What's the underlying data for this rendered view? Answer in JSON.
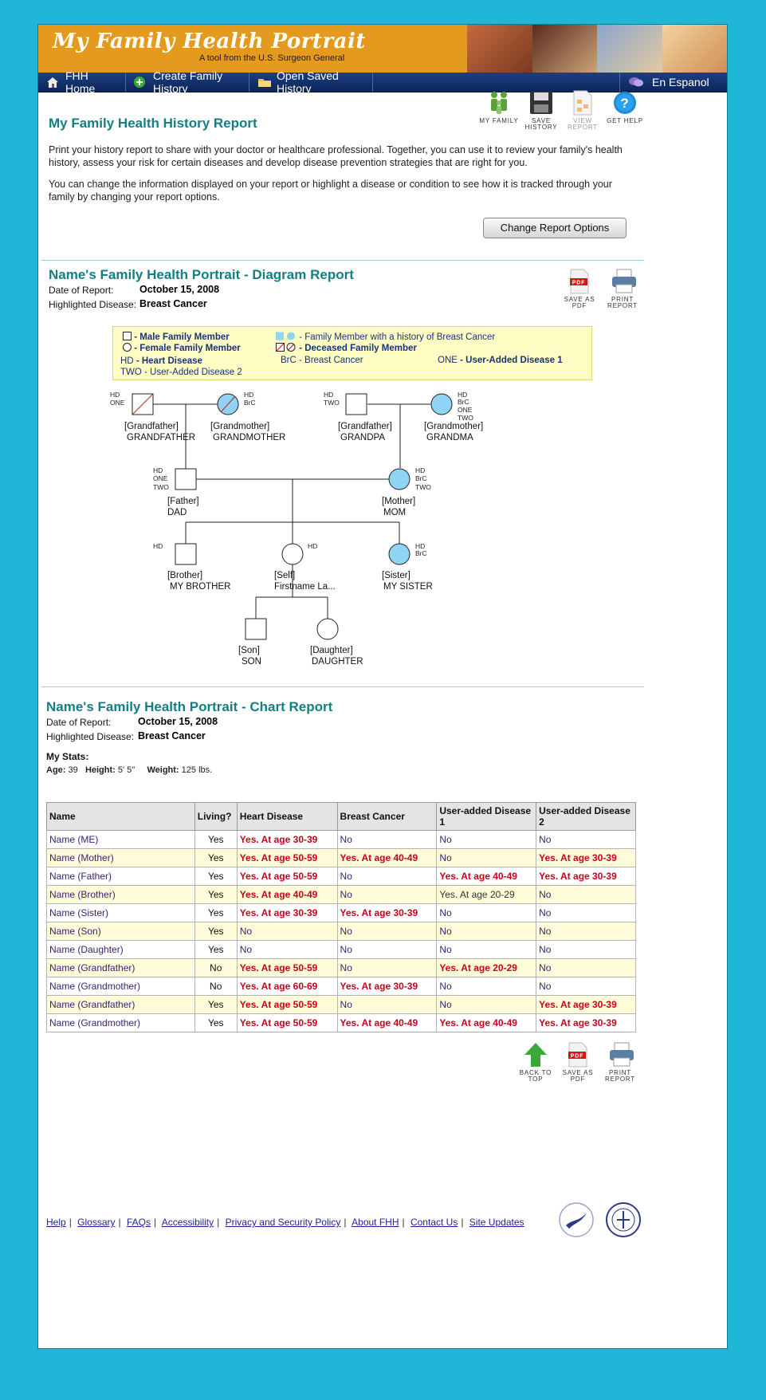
{
  "header": {
    "title": "My Family Health Portrait",
    "tagline": "A tool from the U.S. Surgeon General",
    "photo_colors": [
      "#b15b3c",
      "#6b3a2a",
      "#8ca6cc",
      "#f0c28a"
    ]
  },
  "nav": {
    "items": [
      {
        "label": "FHH Home",
        "icon": "home-icon"
      },
      {
        "label": "Create Family History",
        "icon": "plus-icon"
      },
      {
        "label": "Open Saved History",
        "icon": "folder-icon"
      }
    ],
    "language": "En Espanol"
  },
  "toolbar": {
    "my_family": "MY FAMILY",
    "save_history": "SAVE HISTORY",
    "view_report": "VIEW REPORT",
    "get_help": "GET HELP"
  },
  "intro": {
    "title": "My Family Health History Report",
    "para1": "Print your history report to share with your doctor or healthcare professional. Together, you can use it to review your family's health history, assess your risk for certain diseases and develop disease prevention strategies that are right for you.",
    "para2": "You can change the information displayed on your report or highlight a disease or condition to see how it is tracked through your family by changing your report options.",
    "change_button": "Change Report Options"
  },
  "diagram": {
    "title": "Name's Family Health Portrait - Diagram Report",
    "date_label": "Date of Report:",
    "date": "October 15, 2008",
    "disease_label": "Highlighted Disease:",
    "disease": "Breast Cancer",
    "save_pdf": "SAVE AS PDF",
    "print": "PRINT REPORT",
    "legend": {
      "male": "- Male Family Member",
      "female": "- Female Family Member",
      "history": "- Family Member with a history of Breast Cancer",
      "deceased": "- Deceased Family Member",
      "hd_abbr": "HD",
      "hd": "- Heart Disease",
      "brc_abbr": "BrC",
      "brc": "- Breast Cancer",
      "one_abbr": "ONE",
      "one": "- User-Added Disease 1",
      "two_abbr": "TWO",
      "two": "- User-Added Disease 2"
    },
    "people": {
      "gf1": {
        "relation": "[Grandfather]",
        "name": "GRANDFATHER"
      },
      "gm1": {
        "relation": "[Grandmother]",
        "name": "GRANDMOTHER"
      },
      "gf2": {
        "relation": "[Grandfather]",
        "name": "GRANDPA"
      },
      "gm2": {
        "relation": "[Grandmother]",
        "name": "GRANDMA"
      },
      "father": {
        "relation": "[Father]",
        "name": "DAD"
      },
      "mother": {
        "relation": "[Mother]",
        "name": "MOM"
      },
      "brother": {
        "relation": "[Brother]",
        "name": "MY BROTHER"
      },
      "self": {
        "relation": "[Self]",
        "name": "Firstname La..."
      },
      "sister": {
        "relation": "[Sister]",
        "name": "MY SISTER"
      },
      "son": {
        "relation": "[Son]",
        "name": "SON"
      },
      "daughter": {
        "relation": "[Daughter]",
        "name": "DAUGHTER"
      }
    },
    "highlight_color": "#8fd3f5"
  },
  "chart_report": {
    "title": "Name's Family Health Portrait - Chart Report",
    "date_label": "Date of Report:",
    "date": "October 15, 2008",
    "disease_label": "Highlighted Disease:",
    "disease": "Breast Cancer",
    "stats_title": "My Stats:",
    "age_label": "Age:",
    "age": "39",
    "height_label": "Height:",
    "height": "5' 5\"",
    "weight_label": "Weight:",
    "weight": "125 lbs.",
    "columns": [
      "Name",
      "Living?",
      "Heart Disease",
      "Breast Cancer",
      "User-added Disease 1",
      "User-added Disease 2"
    ],
    "rows": [
      [
        "Name (ME)",
        "Yes",
        "Yes. At age 30-39",
        "No",
        "No",
        "No"
      ],
      [
        "Name (Mother)",
        "Yes",
        "Yes. At age 50-59",
        "Yes. At age 40-49",
        "No",
        "Yes. At age 30-39"
      ],
      [
        "Name (Father)",
        "Yes",
        "Yes. At age 50-59",
        "No",
        "Yes. At age 40-49",
        "Yes. At age 30-39"
      ],
      [
        "Name (Brother)",
        "Yes",
        "Yes. At age 40-49",
        "No",
        "Yes. At age 20-29",
        "No"
      ],
      [
        "Name (Sister)",
        "Yes",
        "Yes. At age 30-39",
        "Yes. At age 30-39",
        "No",
        "No"
      ],
      [
        "Name (Son)",
        "Yes",
        "No",
        "No",
        "No",
        "No"
      ],
      [
        "Name (Daughter)",
        "Yes",
        "No",
        "No",
        "No",
        "No"
      ],
      [
        "Name (Grandfather)",
        "No",
        "Yes. At age 50-59",
        "No",
        "Yes. At age 20-29",
        "No"
      ],
      [
        "Name (Grandmother)",
        "No",
        "Yes. At age 60-69",
        "Yes. At age 30-39",
        "No",
        "No"
      ],
      [
        "Name (Grandfather)",
        "Yes",
        "Yes. At age 50-59",
        "No",
        "No",
        "Yes. At age 30-39"
      ],
      [
        "Name (Grandmother)",
        "Yes",
        "Yes. At age 50-59",
        "Yes. At age 40-49",
        "Yes. At age 40-49",
        "Yes. At age 30-39"
      ]
    ],
    "back_to_top": "BACK TO TOP",
    "save_pdf": "SAVE AS PDF",
    "print": "PRINT REPORT"
  },
  "footer": {
    "links": [
      "Help",
      "Glossary",
      "FAQs",
      "Accessibility",
      "Privacy and Security Policy",
      "About FHH",
      "Contact Us",
      "Site Updates"
    ]
  }
}
